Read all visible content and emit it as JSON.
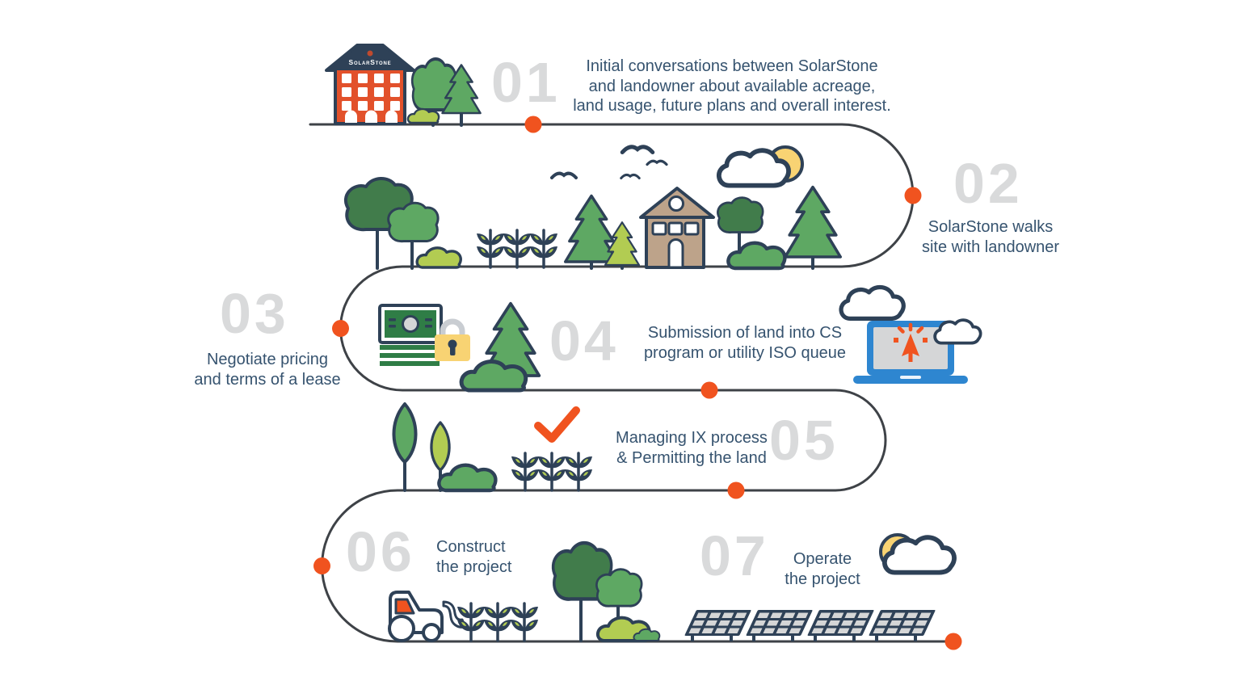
{
  "building_sign": "SolarStone",
  "steps": [
    {
      "number": "01",
      "lines": [
        "Initial conversations between SolarStone",
        "and landowner about available acreage,",
        "land usage, future plans and overall interest."
      ]
    },
    {
      "number": "02",
      "lines": [
        "SolarStone walks",
        "site with landowner"
      ]
    },
    {
      "number": "03",
      "lines": [
        "Negotiate pricing",
        "and terms of a lease"
      ]
    },
    {
      "number": "04",
      "lines": [
        "Submission of land into CS",
        "program or utility ISO queue"
      ]
    },
    {
      "number": "05",
      "lines": [
        "Managing IX process",
        "& Permitting the land"
      ]
    },
    {
      "number": "06",
      "lines": [
        "Construct",
        "the project"
      ]
    },
    {
      "number": "07",
      "lines": [
        "Operate",
        "the project"
      ]
    }
  ],
  "illustrations": [
    "solarstone-office-building",
    "round-trees",
    "pine-trees",
    "bushes",
    "birds",
    "farm-house",
    "sun-and-cloud",
    "crop-sprouts",
    "cash-and-padlock",
    "laptop-with-click-cursor",
    "clouds",
    "orange-checkmark",
    "leaf-trees",
    "tractor",
    "solar-panel-array",
    "milestone-dots",
    "serpentine-path"
  ],
  "colors": {
    "navy": "#2e4157",
    "textNavy": "#36536f",
    "numGray": "#d9dadb",
    "lineGray": "#3e4247",
    "orange": "#f0531f",
    "buildingRed": "#e2512b",
    "logoRed": "#bf4a2e",
    "greenDark": "#417c4b",
    "greenMid": "#5ea863",
    "greenLight": "#b2cc52",
    "billGreen": "#2f7d46",
    "tan": "#bda38a",
    "yellow": "#f8d373",
    "blue": "#2e86d0",
    "grayLight": "#d5d6d7",
    "lockGray": "#c9cdd2"
  }
}
